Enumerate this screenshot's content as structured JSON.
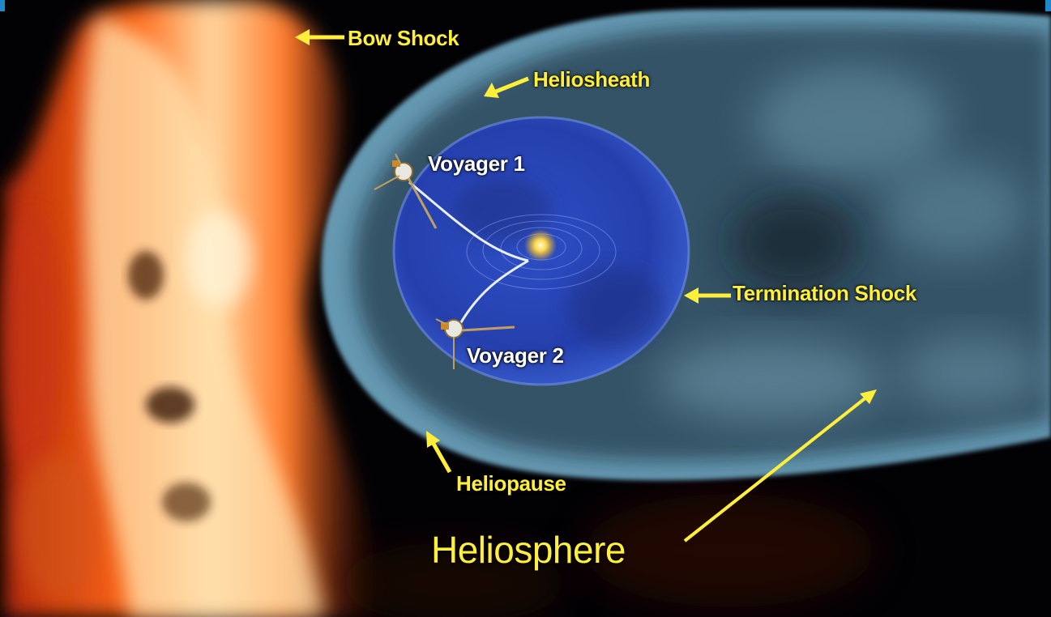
{
  "diagram": {
    "labels": {
      "bow_shock": "Bow Shock",
      "heliosheath": "Heliosheath",
      "voyager_1": "Voyager 1",
      "termination_shock": "Termination Shock",
      "voyager_2": "Voyager 2",
      "heliopause": "Heliopause",
      "heliosphere": "Heliosphere"
    },
    "colors": {
      "label_yellow": "#ffef3a",
      "label_white": "#ffffff",
      "bow_shock_orange": "#ff6a1a",
      "heliosheath_cyan": "#6fa9c4",
      "inner_blue": "#2a48b8",
      "background": "#020205",
      "frame_edge": "#1e88c8"
    },
    "icons": [
      "voyager-1-spacecraft-icon",
      "voyager-2-spacecraft-icon",
      "sun-icon",
      "arrow-icon"
    ]
  }
}
